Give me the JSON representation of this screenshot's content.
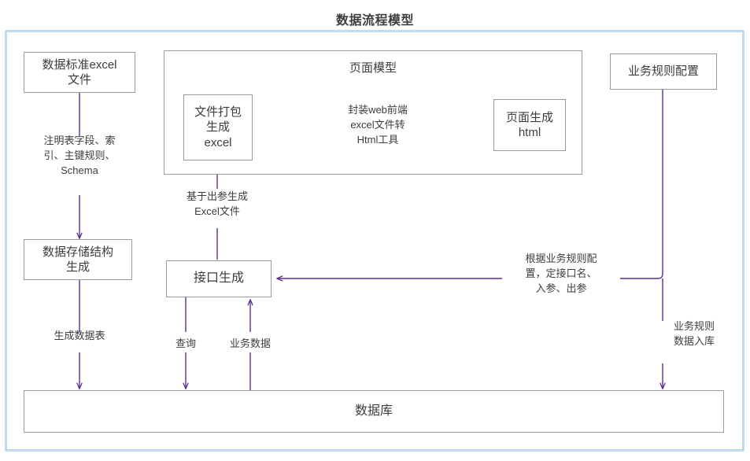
{
  "diagram": {
    "title": "数据流程模型",
    "type": "flowchart",
    "line_color": "#5c2d91",
    "box_border_color": "#9a9a9a",
    "frame_color": "#bfdcee",
    "text_color": "#3d3d3d"
  },
  "nodes": {
    "data_standard_excel": {
      "line1": "数据标准excel",
      "line2": "文件"
    },
    "page_model_group": {
      "title": "页面模型"
    },
    "file_package": {
      "line1": "文件打包",
      "line2": "生成",
      "line3": "excel"
    },
    "page_generate": {
      "line1": "页面生成",
      "line2": "html"
    },
    "business_rule_config": {
      "line1": "业务规则配置"
    },
    "storage_structure": {
      "line1": "数据存储结构",
      "line2": "生成"
    },
    "interface_generate": {
      "line1": "接口生成"
    },
    "database": {
      "line1": "数据库"
    }
  },
  "edge_labels": {
    "schema_note": {
      "line1": "注明表字段、索",
      "line2": "引、主键规则、",
      "line3": "Schema"
    },
    "web_tool": {
      "line1": "封装web前端",
      "line2": "excel文件转",
      "line3": "Html工具"
    },
    "based_on_output": {
      "line1": "基于出参生成",
      "line2": "Excel文件"
    },
    "generate_table": {
      "line1": "生成数据表"
    },
    "query": {
      "line1": "查询"
    },
    "business_data": {
      "line1": "业务数据"
    },
    "by_business_rule": {
      "line1": "根据业务规则配",
      "line2": "置，定接口名、",
      "line3": "入参、出参"
    },
    "rule_data_store": {
      "line1": "业务规则",
      "line2": "数据入库"
    }
  }
}
